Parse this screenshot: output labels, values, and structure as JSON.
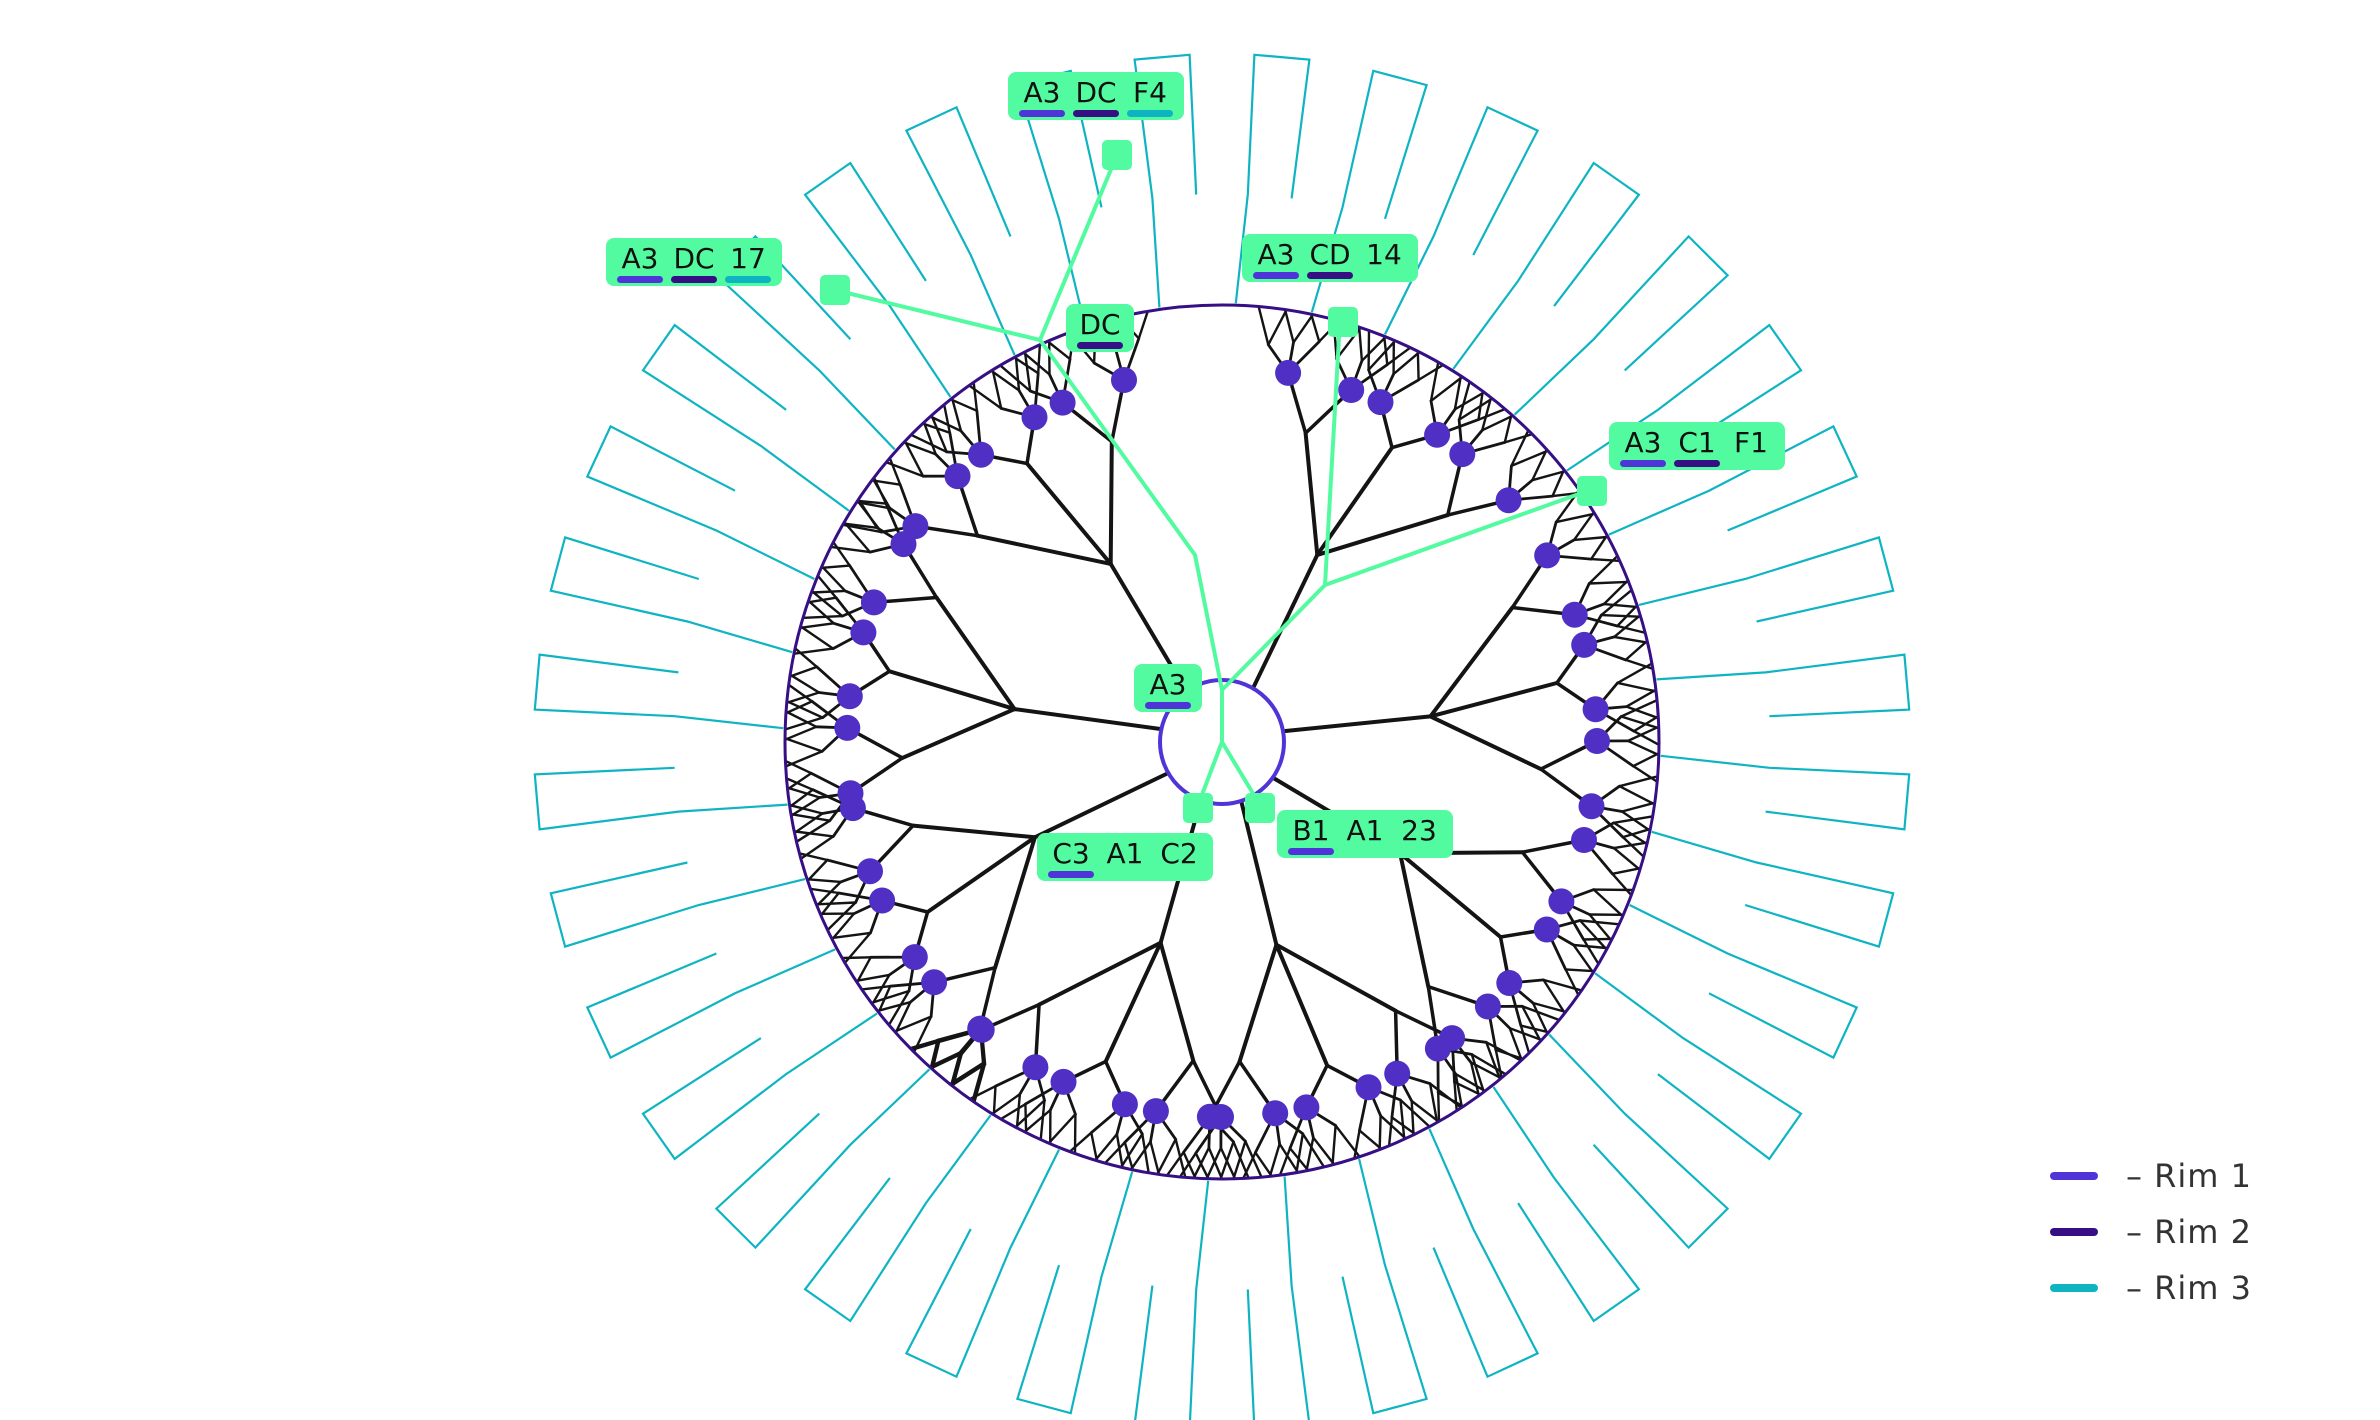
{
  "colors": {
    "rim1": "#4f35d8",
    "rim2": "#360f84",
    "rim3": "#0fb4c2",
    "highlight": "#52fba0",
    "dot": "#4f2fc4",
    "branch": "#141414"
  },
  "legend": [
    {
      "label": "– Rim 1",
      "color": "#4f35d8"
    },
    {
      "label": "– Rim 2",
      "color": "#360f84"
    },
    {
      "label": "– Rim 3",
      "color": "#0fb4c2"
    }
  ],
  "labels": [
    {
      "id": "a3-center",
      "tokens": [
        "A3"
      ],
      "bars": [
        "rim1"
      ]
    },
    {
      "id": "dc",
      "tokens": [
        "DC"
      ],
      "bars": [
        "rim2"
      ]
    },
    {
      "id": "a3-dc-f4",
      "tokens": [
        "A3",
        "DC",
        "F4"
      ],
      "bars": [
        "rim1",
        "rim2",
        "rim3"
      ]
    },
    {
      "id": "a3-dc-17",
      "tokens": [
        "A3",
        "DC",
        "17"
      ],
      "bars": [
        "rim1",
        "rim2",
        "rim3"
      ]
    },
    {
      "id": "a3-cd-14",
      "tokens": [
        "A3",
        "CD",
        "14"
      ],
      "bars": [
        "rim1",
        "rim2"
      ]
    },
    {
      "id": "a3-c1-f1",
      "tokens": [
        "A3",
        "C1",
        "F1"
      ],
      "bars": [
        "rim1",
        "rim2"
      ]
    },
    {
      "id": "b1-a1-23",
      "tokens": [
        "B1",
        "A1",
        "23"
      ],
      "bars": [
        "rim1"
      ]
    },
    {
      "id": "c3-a1-c2",
      "tokens": [
        "C3",
        "A1",
        "C2"
      ],
      "bars": [
        "rim1"
      ]
    }
  ]
}
